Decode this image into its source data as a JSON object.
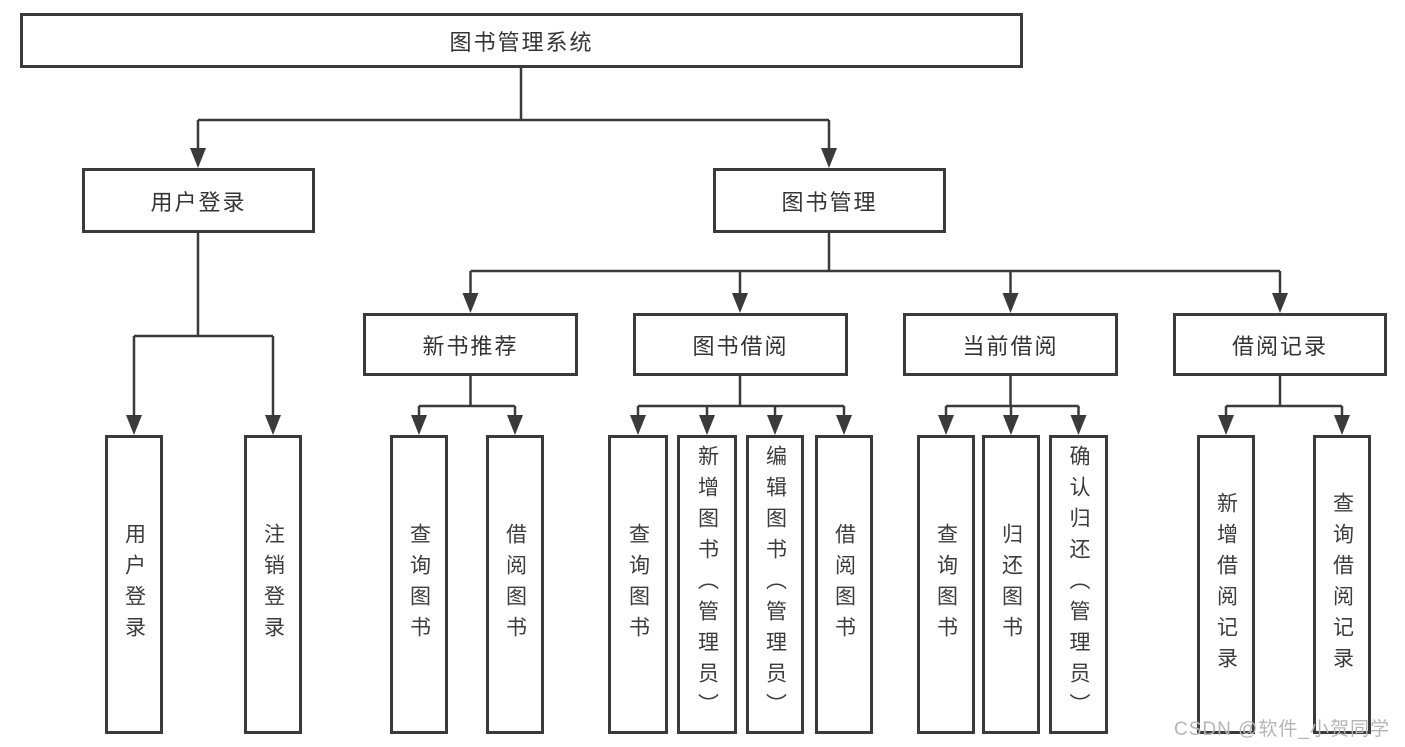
{
  "diagram": {
    "title": "图书管理系统",
    "branches": [
      {
        "label": "用户登录",
        "leaves": [
          {
            "label": "用户登录"
          },
          {
            "label": "注销登录"
          }
        ]
      },
      {
        "label": "图书管理",
        "groups": [
          {
            "label": "新书推荐",
            "leaves": [
              {
                "label": "查询图书"
              },
              {
                "label": "借阅图书"
              }
            ]
          },
          {
            "label": "图书借阅",
            "leaves": [
              {
                "label": "查询图书"
              },
              {
                "label": "新增图书（管理员）"
              },
              {
                "label": "编辑图书（管理员）"
              },
              {
                "label": "借阅图书"
              }
            ]
          },
          {
            "label": "当前借阅",
            "leaves": [
              {
                "label": "查询图书"
              },
              {
                "label": "归还图书"
              },
              {
                "label": "确认归还（管理员）"
              }
            ]
          },
          {
            "label": "借阅记录",
            "leaves": [
              {
                "label": "新增借阅记录"
              },
              {
                "label": "查询借阅记录"
              }
            ]
          }
        ]
      }
    ]
  },
  "watermark": {
    "text": "CSDN @软件_小贺同学"
  },
  "colors": {
    "line": "#3a3a3a",
    "node_text": "#333333",
    "watermark_text": "#b5b5b5",
    "background": "#ffffff"
  }
}
